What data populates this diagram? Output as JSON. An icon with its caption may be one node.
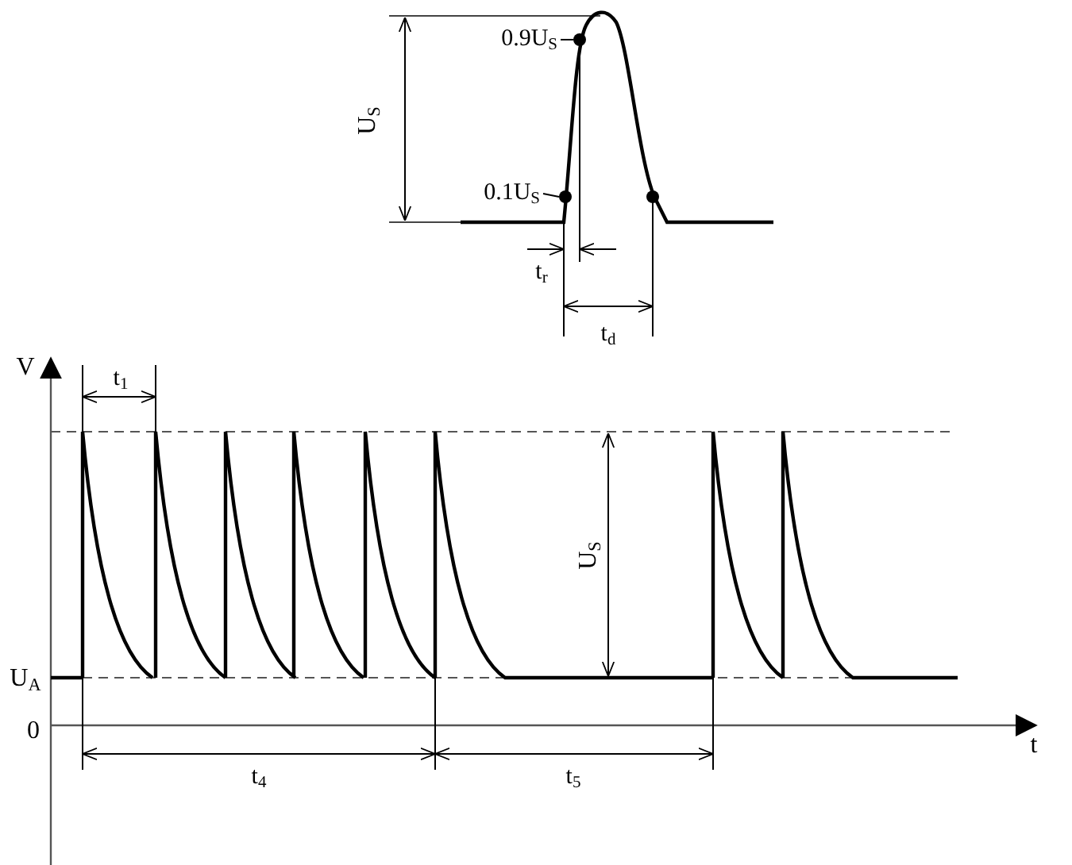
{
  "diagram": {
    "nodes": [
      {
        "text": [
          "0.9U$_{S}$"
        ]
      },
      {
        "text": [],
        "shape": "circle"
      },
      {
        "text": [
          "0.1U$_{S}$"
        ]
      },
      {
        "text": [],
        "shape": "circle"
      }
    ],
    "edges": [
      {
        "from": 0,
        "to": 1,
        "arrow": "none"
      },
      {
        "from": 2,
        "to": 3,
        "arrow": "none"
      }
    ],
    "labels": [
      "U$_{S}$",
      "t$_{r}$",
      "t$_{d}$",
      "V",
      "t$_{1}$",
      "U$_{S}$",
      "U$_{A}$",
      "0",
      "t",
      "t$_{4}$",
      "t$_{5}$"
    ]
  }
}
